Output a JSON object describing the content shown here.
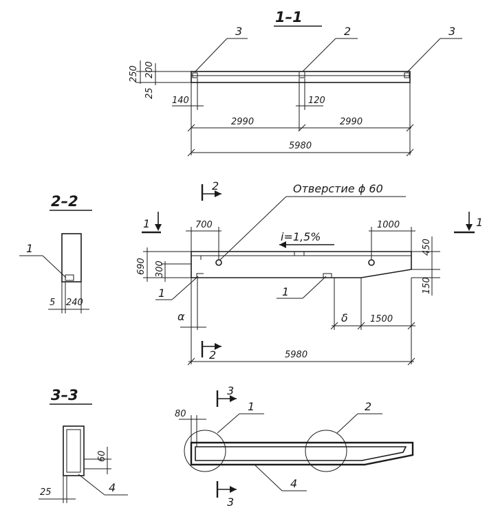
{
  "sections": {
    "s11": "1–1",
    "s22": "2–2",
    "s33": "3–3",
    "cut1": "1",
    "cut2": "2",
    "cut3": "3"
  },
  "section_1_1": {
    "callouts": [
      "3",
      "2",
      "3"
    ],
    "dims": {
      "h250": "250",
      "h200": "200",
      "h25": "25",
      "d140": "140",
      "d120": "120",
      "span_left": "2990",
      "span_right": "2990",
      "total": "5980"
    }
  },
  "elevation": {
    "hole_note": "Отверстие ϕ 60",
    "slope": "i=1,5%",
    "dims": {
      "d700": "700",
      "d1000": "1000",
      "h690": "690",
      "h300": "300",
      "h450": "450",
      "h150": "150",
      "alpha": "α",
      "delta": "δ",
      "d1500": "1500",
      "total": "5980"
    },
    "callouts": [
      "1",
      "1"
    ]
  },
  "section_2_2": {
    "callout": "1",
    "dims": {
      "d5": "5",
      "d240": "240"
    }
  },
  "section_3_3": {
    "callout": "4",
    "dims": {
      "d60": "60",
      "d25": "25"
    }
  },
  "plan": {
    "d80": "80",
    "callouts": [
      "1",
      "2",
      "4"
    ]
  }
}
